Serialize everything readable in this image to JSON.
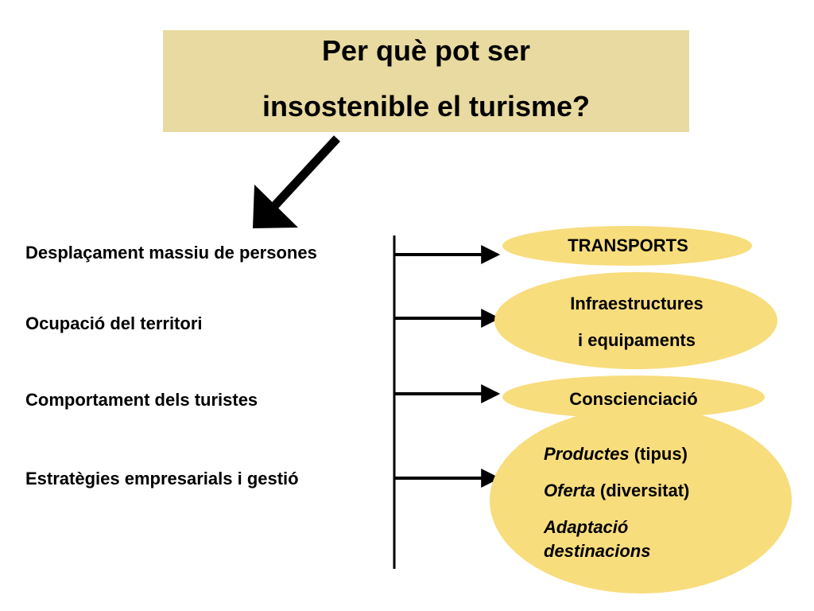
{
  "title": {
    "line1": "Per què pot ser",
    "line2": "insostenible el turisme?"
  },
  "causes": [
    "Desplaçament massiu de persones",
    "Ocupació del territori",
    "Comportament dels turistes",
    "Estratègies empresarials i gestió"
  ],
  "effects": {
    "transports": "TRANSPORTS",
    "infra_line1": "Infraestructures",
    "infra_line2": "i equipaments",
    "conscienciacio": "Conscienciació",
    "productes": {
      "item1_italic": "Productes",
      "item1_rest": " (tipus)",
      "item2_italic": "Oferta",
      "item2_rest": " (diversitat)",
      "item3_line1": "Adaptació",
      "item3_line2": "destinacions"
    }
  },
  "colors": {
    "title_background": "#e8daa0",
    "ellipse_fill": "#f8dd7d",
    "lines": "#000000"
  }
}
